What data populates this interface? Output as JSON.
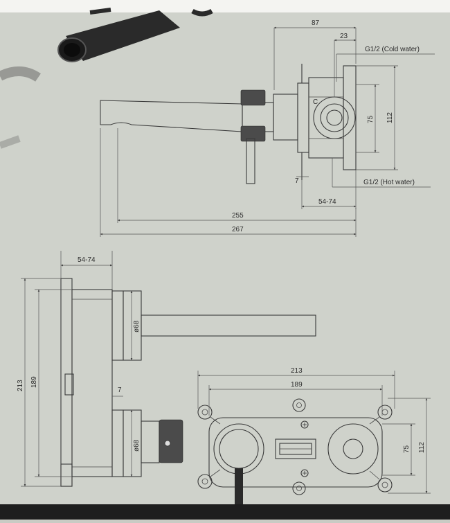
{
  "drawing": {
    "colors": {
      "paper": "#c9cbc4",
      "ink": "#3a3a3a",
      "pipe": "#2a2a2a"
    },
    "dimensions": {
      "top_width": "87",
      "top_offset": "23",
      "cold_water": "G1/2 (Cold water)",
      "hot_water": "G1/2 (Hot water)",
      "height_75": "75",
      "height_112": "112",
      "gap_7": "7",
      "depth_range": "54-74",
      "spout_255": "255",
      "total_267": "267",
      "side_depth_range": "54-74",
      "side_height_213": "213",
      "side_height_189": "189",
      "side_dia_top": "ø68",
      "side_gap_7": "7",
      "side_dia_bottom": "ø68",
      "plate_width_213": "213",
      "plate_width_189": "189",
      "plate_height_75": "75",
      "plate_height_112": "112",
      "mark_c": "C"
    }
  }
}
